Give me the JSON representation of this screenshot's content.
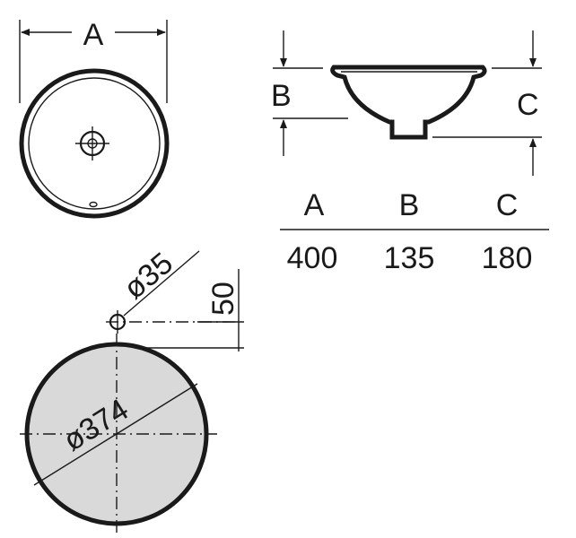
{
  "top_view": {
    "dimension_label": "A"
  },
  "side_view": {
    "label_b": "B",
    "label_c": "C"
  },
  "dimension_table": {
    "headers": [
      "A",
      "B",
      "C"
    ],
    "values": [
      "400",
      "135",
      "180"
    ]
  },
  "cutout_view": {
    "tap_hole_diameter": "ø35",
    "tap_hole_offset": "50",
    "cutout_diameter": "ø374",
    "cutout_fill": "#d9d9d9"
  }
}
